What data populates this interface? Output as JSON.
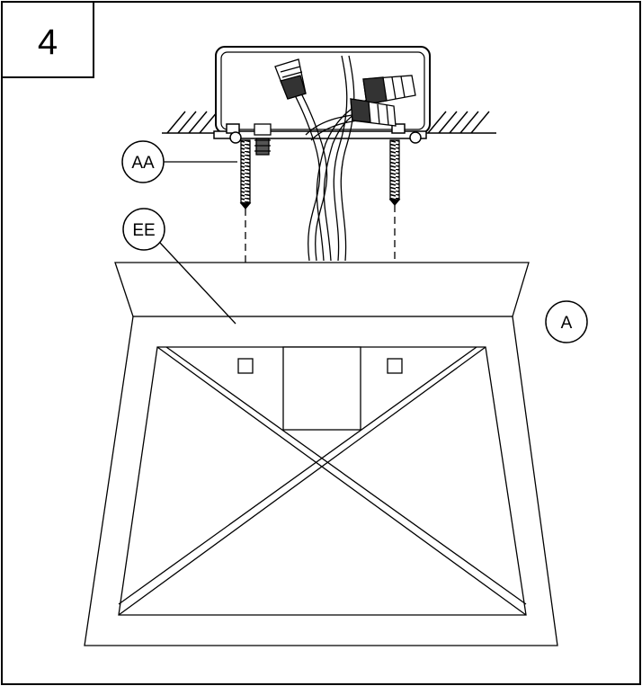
{
  "step": {
    "number": "4"
  },
  "callouts": {
    "screw": "AA",
    "mounting_plate": "EE",
    "fixture": "A"
  },
  "colors": {
    "line": "#000000",
    "background": "#ffffff"
  }
}
